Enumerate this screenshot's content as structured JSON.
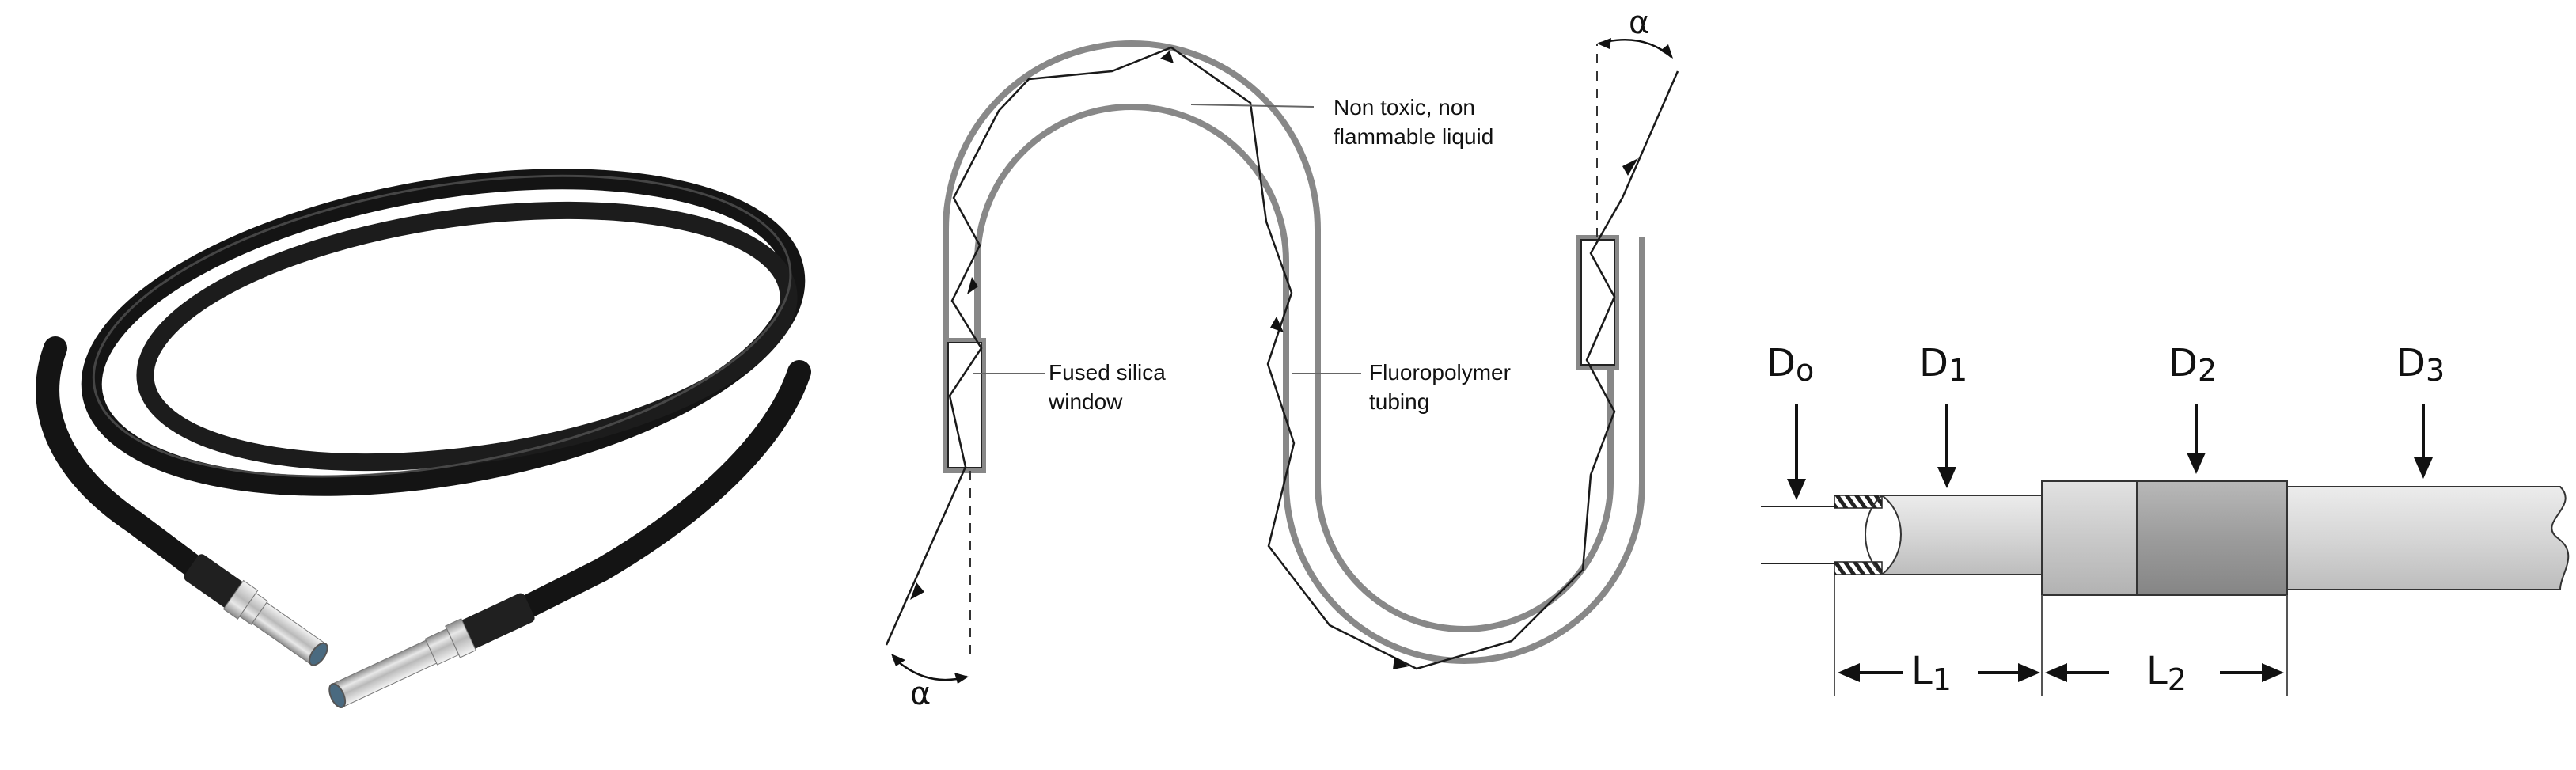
{
  "guide_diagram": {
    "angle_symbol": "α",
    "labels": {
      "liquid_line1": "Non toxic, non",
      "liquid_line2": "flammable liquid",
      "window_line1": "Fused silica",
      "window_line2": "window",
      "tubing_line1": "Fluoropolymer",
      "tubing_line2": "tubing"
    }
  },
  "dimension_diagram": {
    "d0": {
      "base": "D",
      "sub": "o"
    },
    "d1": {
      "base": "D",
      "sub": "1"
    },
    "d2": {
      "base": "D",
      "sub": "2"
    },
    "d3": {
      "base": "D",
      "sub": "3"
    },
    "l1": {
      "base": "L",
      "sub": "1"
    },
    "l2": {
      "base": "L",
      "sub": "2"
    }
  },
  "colors": {
    "tube_outline": "#888888",
    "line": "#1a1a1a",
    "cable_black": "#141414",
    "metal_silver": "#c9c9c9",
    "sleeve_light": "#dcdcdc",
    "sleeve_mid": "#c4c4c4",
    "sleeve_dark": "#9a9a9a"
  },
  "icons": {
    "photo": "liquid-light-guide-cable"
  }
}
